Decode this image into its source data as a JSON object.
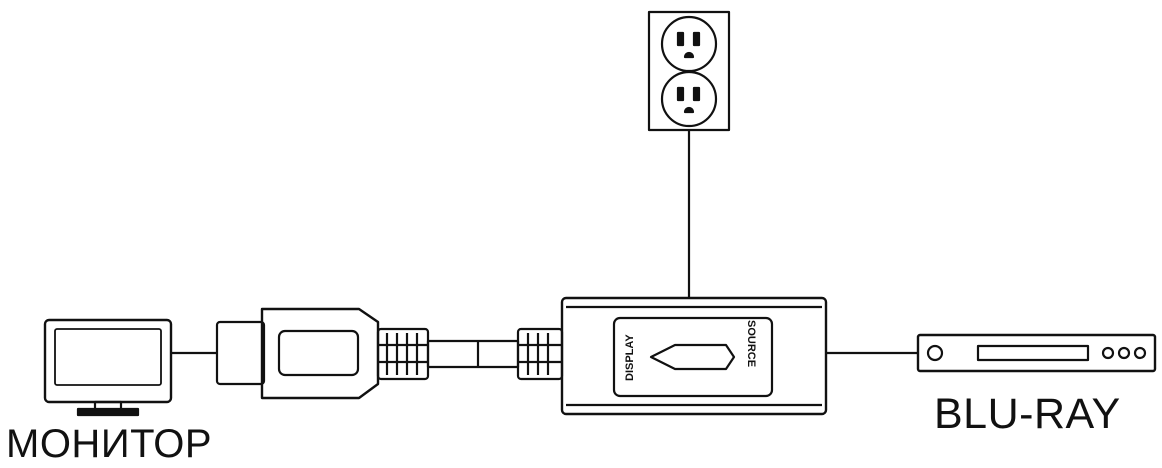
{
  "labels": {
    "monitor": "МОНИТОР",
    "bluray": "BLU-RAY"
  },
  "device": {
    "port_display": "DISPLAY",
    "port_source": "SOURCE"
  },
  "components": {
    "outlet": "duplex-wall-outlet",
    "monitor": "monitor-icon",
    "bluray": "bluray-player-icon",
    "adapter": "hdmi-power-inserter",
    "plug": "hdmi-plug"
  },
  "colors": {
    "stroke": "#111111",
    "background": "#ffffff"
  }
}
